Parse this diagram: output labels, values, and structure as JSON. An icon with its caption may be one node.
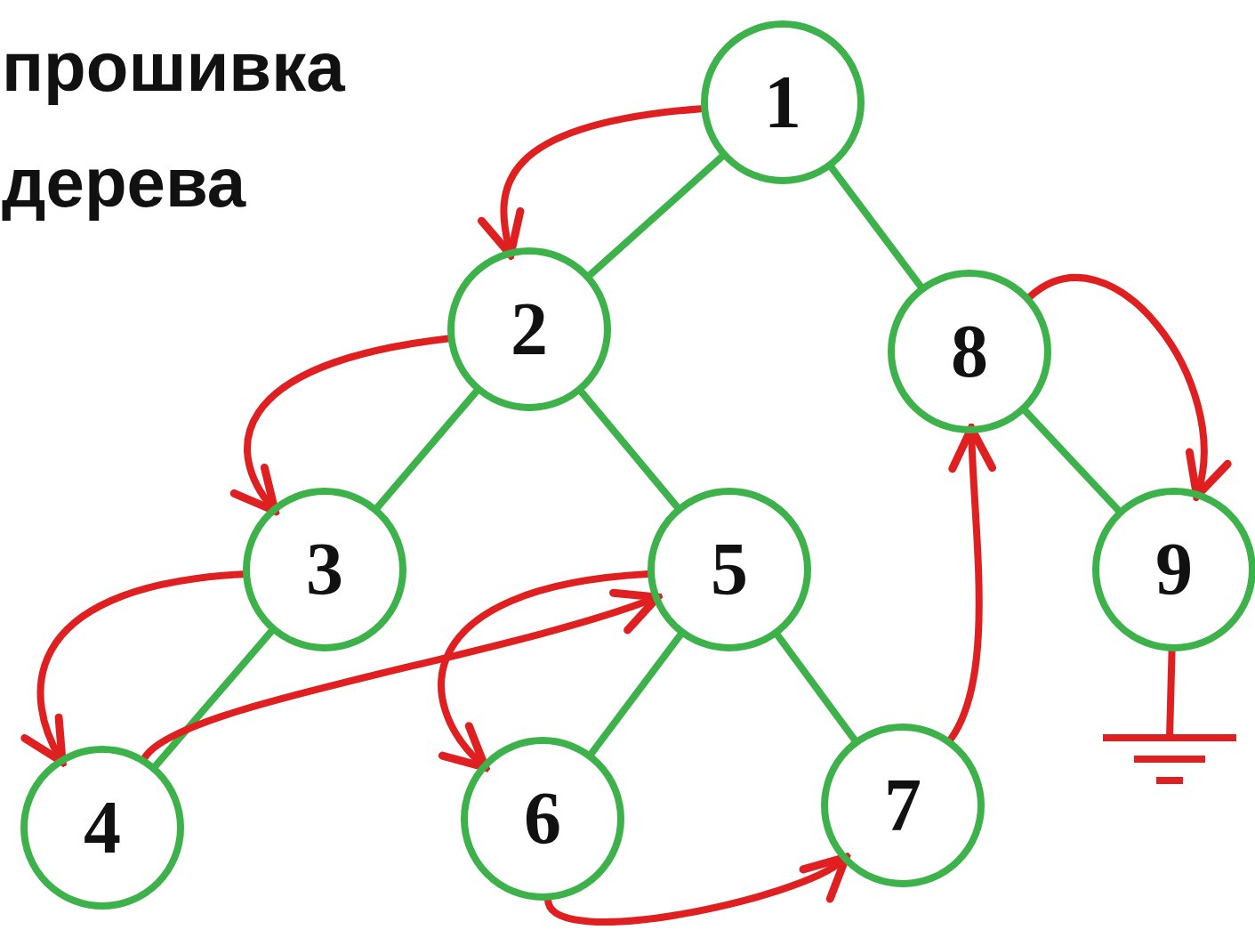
{
  "diagram": {
    "title": "прошивка дерева",
    "nodes": [
      {
        "text": [
          "1"
        ]
      },
      {
        "text": [
          "2"
        ]
      },
      {
        "text": [
          "3"
        ]
      },
      {
        "text": [
          "4"
        ]
      },
      {
        "text": [
          "5"
        ]
      },
      {
        "text": [
          "6"
        ]
      },
      {
        "text": [
          "7"
        ]
      },
      {
        "text": [
          "8"
        ]
      },
      {
        "text": [
          "9"
        ]
      },
      {
        "text": [],
        "shape": "ground"
      }
    ],
    "edges": [
      {
        "from": 0,
        "to": 1,
        "arrow": "none",
        "color": "#3db24a"
      },
      {
        "from": 0,
        "to": 7,
        "arrow": "none",
        "color": "#3db24a"
      },
      {
        "from": 1,
        "to": 2,
        "arrow": "none",
        "color": "#3db24a"
      },
      {
        "from": 1,
        "to": 4,
        "arrow": "none",
        "color": "#3db24a"
      },
      {
        "from": 2,
        "to": 3,
        "arrow": "none",
        "color": "#3db24a"
      },
      {
        "from": 4,
        "to": 5,
        "arrow": "none",
        "color": "#3db24a"
      },
      {
        "from": 4,
        "to": 6,
        "arrow": "none",
        "color": "#3db24a"
      },
      {
        "from": 7,
        "to": 8,
        "arrow": "none",
        "color": "#3db24a"
      },
      {
        "from": 0,
        "to": 1,
        "arrow": "to"
      },
      {
        "from": 1,
        "to": 2,
        "arrow": "to"
      },
      {
        "from": 2,
        "to": 3,
        "arrow": "to"
      },
      {
        "from": 3,
        "to": 4,
        "arrow": "to"
      },
      {
        "from": 4,
        "to": 5,
        "arrow": "to"
      },
      {
        "from": 5,
        "to": 6,
        "arrow": "to"
      },
      {
        "from": 6,
        "to": 7,
        "arrow": "to"
      },
      {
        "from": 7,
        "to": 8,
        "arrow": "to"
      },
      {
        "from": 8,
        "to": 9,
        "arrow": "none"
      }
    ]
  }
}
